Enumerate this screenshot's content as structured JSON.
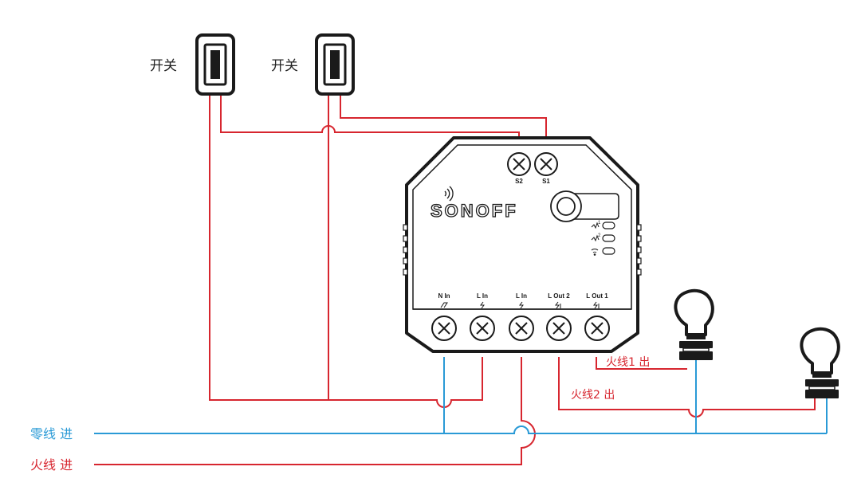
{
  "labels": {
    "switch_1": "开关",
    "switch_2": "开关",
    "neutral_in": "零线 进",
    "live_in": "火线 进",
    "live_out_1": "火线1 出",
    "live_out_2": "火线2 出"
  },
  "device": {
    "brand": "SONOFF",
    "top_terminals": [
      "S2",
      "S1"
    ],
    "bottom_terminals": [
      "N In",
      "L In",
      "L In",
      "L Out 2",
      "L Out 1"
    ],
    "led_indicators": [
      "1",
      "2"
    ]
  },
  "colors": {
    "live": "#d7262f",
    "neutral": "#2a9ad6",
    "device_outline": "#1a1a1a",
    "text": "#222222"
  },
  "icons": [
    "light-bulb-icon",
    "wall-switch-icon",
    "wifi-icon",
    "terminal-screw-icon"
  ]
}
